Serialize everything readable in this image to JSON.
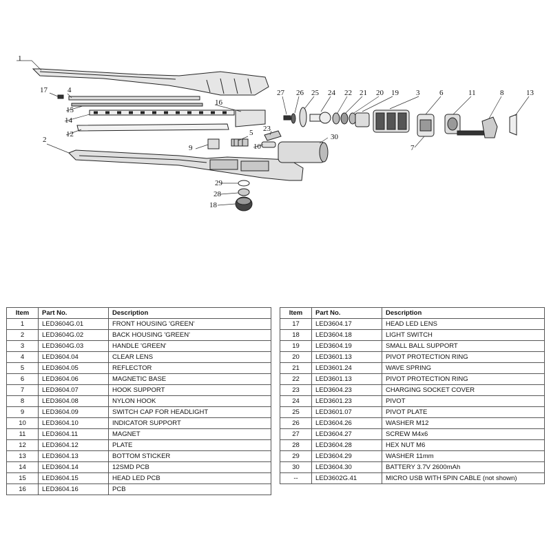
{
  "diagram": {
    "callouts": [
      "1",
      "2",
      "3",
      "4",
      "5",
      "6",
      "7",
      "8",
      "9",
      "10",
      "11",
      "12",
      "13",
      "14",
      "15",
      "16",
      "17",
      "18",
      "19",
      "20",
      "21",
      "22",
      "23",
      "24",
      "25",
      "26",
      "27",
      "28",
      "29",
      "30"
    ]
  },
  "table_left": {
    "headers": [
      "Item",
      "Part No.",
      "Description"
    ],
    "rows": [
      [
        "1",
        "LED3604G.01",
        "FRONT HOUSING 'GREEN'"
      ],
      [
        "2",
        "LED3604G.02",
        "BACK HOUSING 'GREEN'"
      ],
      [
        "3",
        "LED3604G.03",
        "HANDLE 'GREEN'"
      ],
      [
        "4",
        "LED3604.04",
        "CLEAR LENS"
      ],
      [
        "5",
        "LED3604.05",
        "REFLECTOR"
      ],
      [
        "6",
        "LED3604.06",
        "MAGNETIC BASE"
      ],
      [
        "7",
        "LED3604.07",
        "HOOK SUPPORT"
      ],
      [
        "8",
        "LED3604.08",
        "NYLON HOOK"
      ],
      [
        "9",
        "LED3604.09",
        "SWITCH CAP FOR HEADLIGHT"
      ],
      [
        "10",
        "LED3604.10",
        "INDICATOR SUPPORT"
      ],
      [
        "11",
        "LED3604.11",
        "MAGNET"
      ],
      [
        "12",
        "LED3604.12",
        "PLATE"
      ],
      [
        "13",
        "LED3604.13",
        "BOTTOM STICKER"
      ],
      [
        "14",
        "LED3604.14",
        "12SMD PCB"
      ],
      [
        "15",
        "LED3604.15",
        "HEAD LED PCB"
      ],
      [
        "16",
        "LED3604.16",
        "PCB"
      ]
    ]
  },
  "table_right": {
    "headers": [
      "Item",
      "Part No.",
      "Description"
    ],
    "rows": [
      [
        "17",
        "LED3604.17",
        "HEAD LED LENS"
      ],
      [
        "18",
        "LED3604.18",
        "LIGHT SWITCH"
      ],
      [
        "19",
        "LED3604.19",
        "SMALL BALL SUPPORT"
      ],
      [
        "20",
        "LED3601.13",
        "PIVOT PROTECTION RING"
      ],
      [
        "21",
        "LED3601.24",
        "WAVE SPRING"
      ],
      [
        "22",
        "LED3601.13",
        "PIVOT PROTECTION RING"
      ],
      [
        "23",
        "LED3604.23",
        "CHARGING SOCKET COVER"
      ],
      [
        "24",
        "LED3601.23",
        "PIVOT"
      ],
      [
        "25",
        "LED3601.07",
        "PIVOT PLATE"
      ],
      [
        "26",
        "LED3604.26",
        "WASHER M12"
      ],
      [
        "27",
        "LED3604.27",
        "SCREW M4x6"
      ],
      [
        "28",
        "LED3604.28",
        "HEX NUT M6"
      ],
      [
        "29",
        "LED3604.29",
        "WASHER 11mm"
      ],
      [
        "30",
        "LED3604.30",
        "BATTERY 3.7V 2600mAh"
      ],
      [
        "--",
        "LED3602G.41",
        "MICRO USB WITH 5PIN CABLE (not shown)"
      ]
    ]
  }
}
